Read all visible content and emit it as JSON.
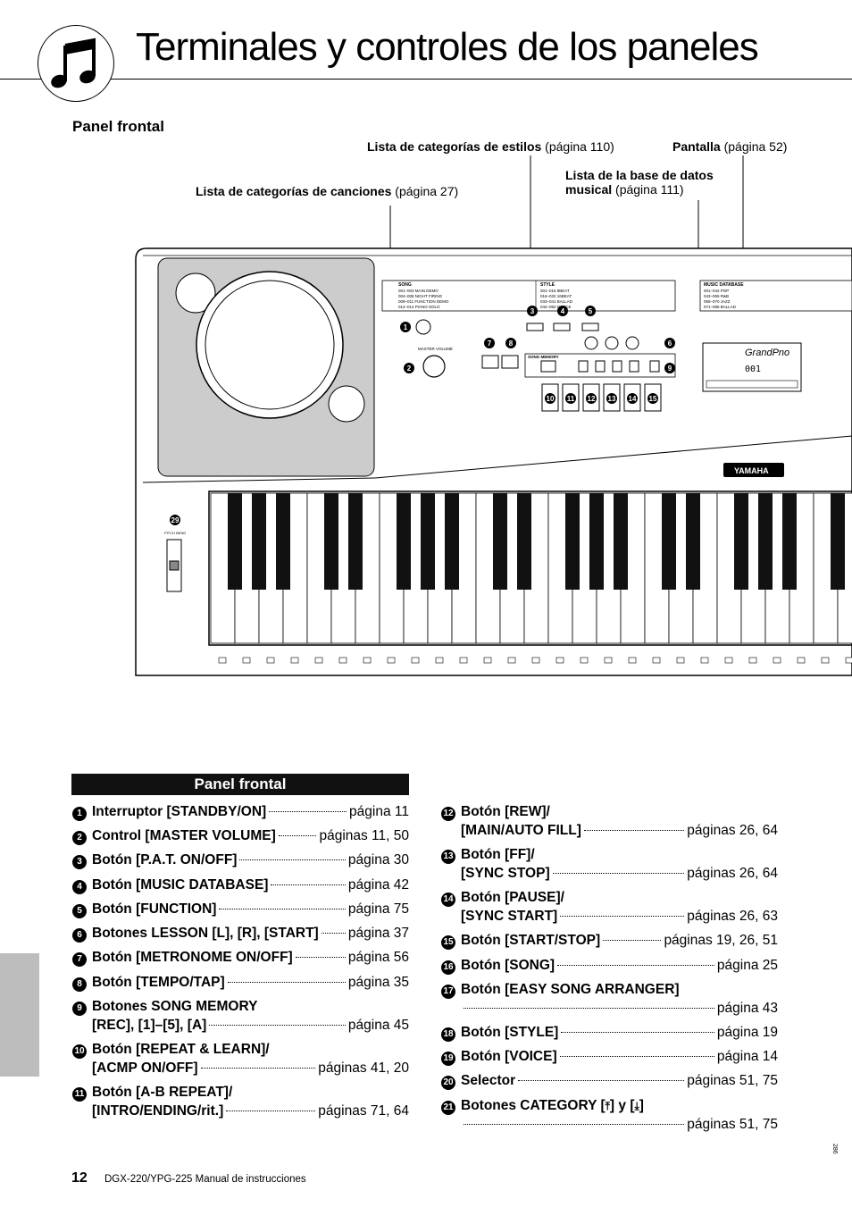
{
  "page": {
    "title": "Terminales y controles de los paneles",
    "section": "Panel frontal"
  },
  "callouts": {
    "estilos": {
      "bold": "Lista de categorías de estilos",
      "rest": " (página 110)"
    },
    "pantalla": {
      "bold": "Pantalla",
      "rest": " (página 52)"
    },
    "base_line1": "Lista de la base de datos",
    "base_bold": "musical",
    "base_rest": " (página 111)",
    "canciones": {
      "bold": "Lista de categorías de canciones",
      "rest": " (página 27)"
    }
  },
  "panel": {
    "song_title": "SONG",
    "style_title": "STYLE",
    "music_db_title": "MUSIC DATABASE",
    "master_volume": "MASTER VOLUME",
    "song_memory": "SONG MEMORY",
    "yamaha": "YAMAHA",
    "display_text": "GrandPno",
    "display_num": "001",
    "pitch_bend": "PITCH BEND",
    "song_list": [
      "001–003 MAIN DEMO",
      "004–008 NIGHT FIRING",
      "009–011 FUNCTION DEMO",
      "012–014 PIANO SOLO"
    ],
    "style_list": [
      "001–015 8BEAT",
      "016–032 16BEAT",
      "033–041 BALLAD",
      "042–052 DANCE"
    ],
    "db_list": [
      "001–042 POP",
      "043–055 R&B",
      "056–070 JAZZ",
      "071–086 BALLAD"
    ]
  },
  "list_header": "Panel frontal",
  "items_left": [
    {
      "n": "1",
      "label": "Interruptor [STANDBY/ON]",
      "page": "página 11"
    },
    {
      "n": "2",
      "label": "Control [MASTER VOLUME]",
      "page": "páginas 11, 50"
    },
    {
      "n": "3",
      "label": "Botón [P.A.T. ON/OFF]",
      "page": "página 30"
    },
    {
      "n": "4",
      "label": "Botón [MUSIC DATABASE]",
      "page": "página 42"
    },
    {
      "n": "5",
      "label": "Botón [FUNCTION]",
      "page": "página 75"
    },
    {
      "n": "6",
      "label": "Botones LESSON [L], [R], [START]",
      "page": "página 37"
    },
    {
      "n": "7",
      "label": "Botón [METRONOME ON/OFF]",
      "page": "página 56"
    },
    {
      "n": "8",
      "label": "Botón [TEMPO/TAP]",
      "page": "página 35"
    },
    {
      "n": "9",
      "label": "Botones SONG MEMORY",
      "label2": "[REC], [1]–[5], [A]",
      "page": "página 45"
    },
    {
      "n": "10",
      "label": "Botón [REPEAT & LEARN]/",
      "label2": "[ACMP ON/OFF]",
      "page": "páginas 41, 20"
    },
    {
      "n": "11",
      "label": "Botón [A-B REPEAT]/",
      "label2": "[INTRO/ENDING/rit.]",
      "page": "páginas 71, 64"
    }
  ],
  "items_right": [
    {
      "n": "12",
      "label": "Botón [REW]/",
      "label2": "[MAIN/AUTO FILL]",
      "page": "páginas 26, 64"
    },
    {
      "n": "13",
      "label": "Botón [FF]/",
      "label2": "[SYNC STOP]",
      "page": "páginas 26, 64"
    },
    {
      "n": "14",
      "label": "Botón [PAUSE]/",
      "label2": "[SYNC START]",
      "page": "páginas 26, 63"
    },
    {
      "n": "15",
      "label": "Botón [START/STOP]",
      "page": "páginas 19, 26, 51"
    },
    {
      "n": "16",
      "label": "Botón [SONG]",
      "page": "página 25"
    },
    {
      "n": "17",
      "label": "Botón [EASY SONG ARRANGER]",
      "page2": "página 43"
    },
    {
      "n": "18",
      "label": "Botón [STYLE]",
      "page": "página 19"
    },
    {
      "n": "19",
      "label": "Botón [VOICE]",
      "page": "página 14"
    },
    {
      "n": "20",
      "label": "Selector",
      "page": "páginas 51, 75"
    },
    {
      "n": "21",
      "label": "Botones CATEGORY [",
      "label_mid": "] y [",
      "label_end": "]",
      "page2": "páginas 51, 75"
    }
  ],
  "footer": {
    "page_number": "12",
    "manual": "DGX-220/YPG-225  Manual de instrucciones",
    "code": "286"
  }
}
